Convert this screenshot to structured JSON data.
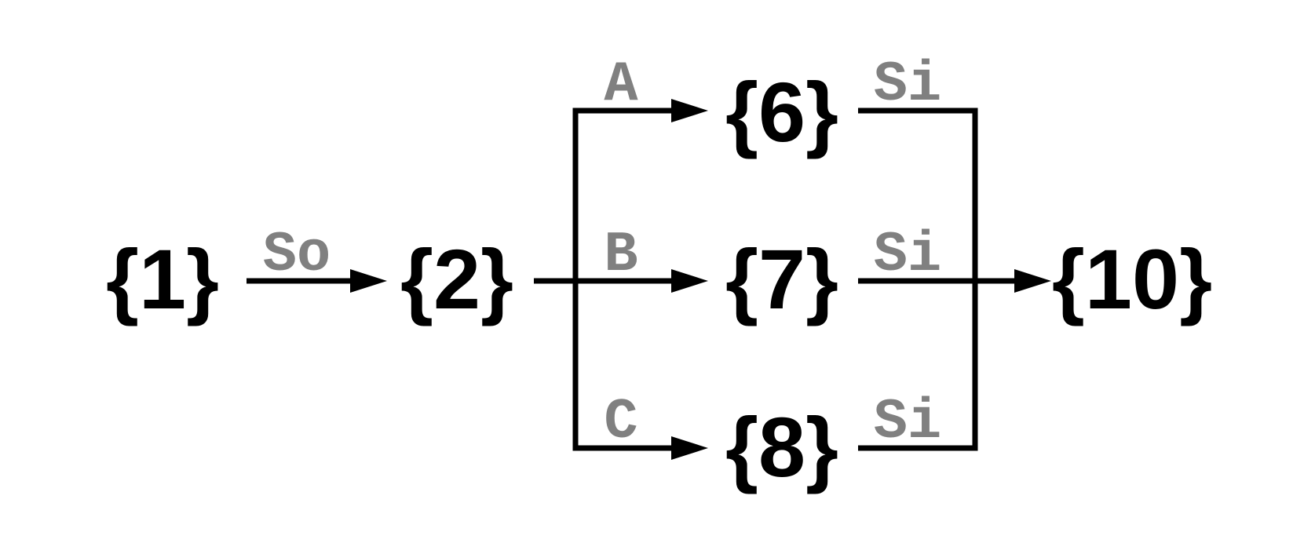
{
  "colors": {
    "node": "#000000",
    "label": "#808080",
    "line": "#000000",
    "background": "#ffffff"
  },
  "nodes": {
    "n1": "{1}",
    "n2": "{2}",
    "n6": "{6}",
    "n7": "{7}",
    "n8": "{8}",
    "n10": "{10}"
  },
  "edges": {
    "so": "So",
    "a": "A",
    "b": "B",
    "c": "C",
    "si_top": "Si",
    "si_mid": "Si",
    "si_bot": "Si"
  }
}
